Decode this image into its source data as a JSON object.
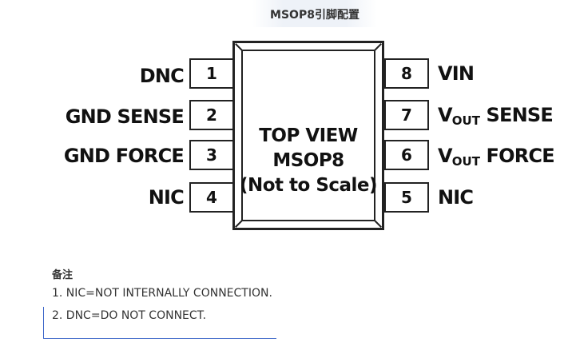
{
  "header": {
    "title": "MSOP8引脚配置"
  },
  "chip": {
    "line1": "TOP VIEW",
    "line2": "MSOP8",
    "line3": "(Not to Scale)"
  },
  "pins_left": [
    {
      "num": "1",
      "name": "DNC"
    },
    {
      "num": "2",
      "name": "GND SENSE"
    },
    {
      "num": "3",
      "name": "GND FORCE"
    },
    {
      "num": "4",
      "name": "NIC"
    }
  ],
  "pins_right": [
    {
      "num": "8",
      "name": "VIN"
    },
    {
      "num": "7",
      "name_main": "V",
      "name_sub": "OUT",
      "name_rest": " SENSE"
    },
    {
      "num": "6",
      "name_main": "V",
      "name_sub": "OUT",
      "name_rest": " FORCE"
    },
    {
      "num": "5",
      "name": "NIC"
    }
  ],
  "notes": {
    "title": "备注",
    "items": [
      "1. NIC=NOT INTERNALLY CONNECTION.",
      "2. DNC=DO NOT CONNECT."
    ]
  }
}
